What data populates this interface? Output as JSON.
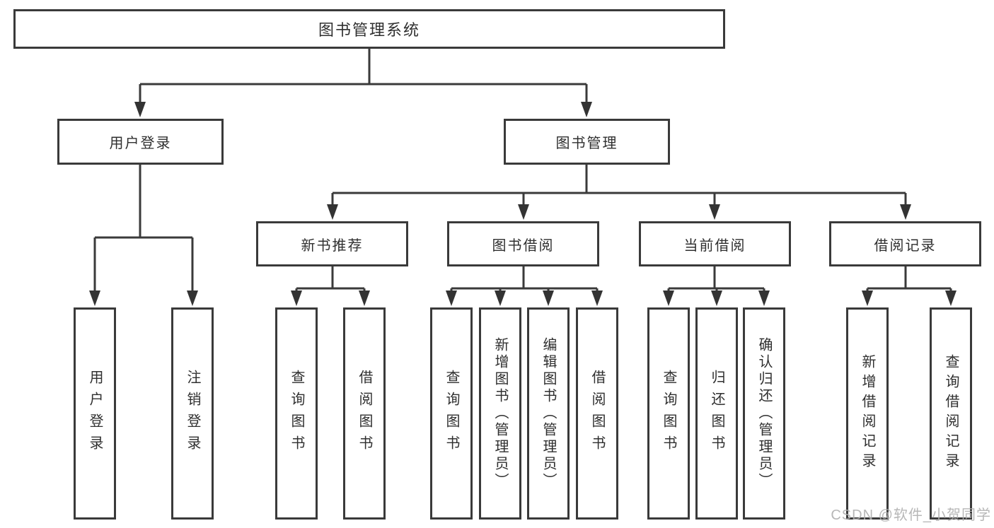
{
  "diagram": {
    "title": "图书管理系统",
    "type": "hierarchy-tree"
  },
  "nodes": {
    "root": {
      "label": "图书管理系统"
    },
    "user_login": {
      "label": "用户登录"
    },
    "book_management": {
      "label": "图书管理"
    },
    "new_book_recommend": {
      "label": "新书推荐"
    },
    "book_borrow": {
      "label": "图书借阅"
    },
    "current_borrow": {
      "label": "当前借阅"
    },
    "borrow_records": {
      "label": "借阅记录"
    },
    "leaf_user_login": {
      "label": "用户登录"
    },
    "leaf_logout": {
      "label": "注销登录"
    },
    "leaf_query_book_a": {
      "label": "查询图书"
    },
    "leaf_borrow_book_a": {
      "label": "借阅图书"
    },
    "leaf_query_book_b": {
      "label": "查询图书"
    },
    "leaf_add_book_admin": {
      "label": "新增图书（管理员）"
    },
    "leaf_edit_book_admin": {
      "label": "编辑图书（管理员）"
    },
    "leaf_borrow_book_b": {
      "label": "借阅图书"
    },
    "leaf_query_book_c": {
      "label": "查询图书"
    },
    "leaf_return_book": {
      "label": "归还图书"
    },
    "leaf_confirm_return_admin": {
      "label": "确认归还（管理员）"
    },
    "leaf_add_borrow_record": {
      "label": "新增借阅记录"
    },
    "leaf_query_borrow_record": {
      "label": "查询借阅记录"
    }
  },
  "tree": {
    "root": [
      "user_login",
      "book_management"
    ],
    "user_login": [
      "leaf_user_login",
      "leaf_logout"
    ],
    "book_management": [
      "new_book_recommend",
      "book_borrow",
      "current_borrow",
      "borrow_records"
    ],
    "new_book_recommend": [
      "leaf_query_book_a",
      "leaf_borrow_book_a"
    ],
    "book_borrow": [
      "leaf_query_book_b",
      "leaf_add_book_admin",
      "leaf_edit_book_admin",
      "leaf_borrow_book_b"
    ],
    "current_borrow": [
      "leaf_query_book_c",
      "leaf_return_book",
      "leaf_confirm_return_admin"
    ],
    "borrow_records": [
      "leaf_add_borrow_record",
      "leaf_query_borrow_record"
    ]
  },
  "watermark": {
    "text": "CSDN @软件_小贺同学"
  },
  "colors": {
    "line": "#3a3a3a",
    "text": "#2f2f2f",
    "box_background": "#ffffff",
    "watermark": "#afafaf",
    "background": "#ffffff"
  }
}
